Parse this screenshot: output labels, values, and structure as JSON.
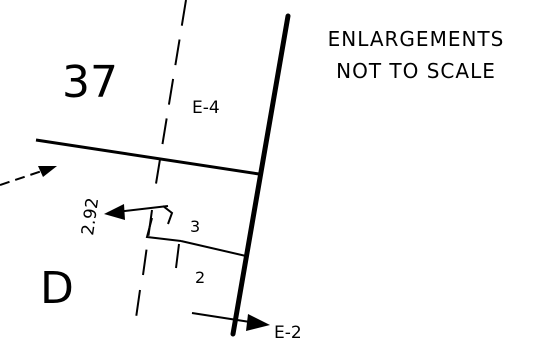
{
  "drawing": {
    "note_line1": "ENLARGEMENTS",
    "note_line2": "NOT TO SCALE",
    "lot_number": "37",
    "block_letter": "D",
    "ref_e4": "E-4",
    "ref_e2": "E-2",
    "dimension": "2.92",
    "callout_3": "3",
    "callout_2": "2",
    "line_color": "#000000",
    "background_color": "#ffffff"
  }
}
